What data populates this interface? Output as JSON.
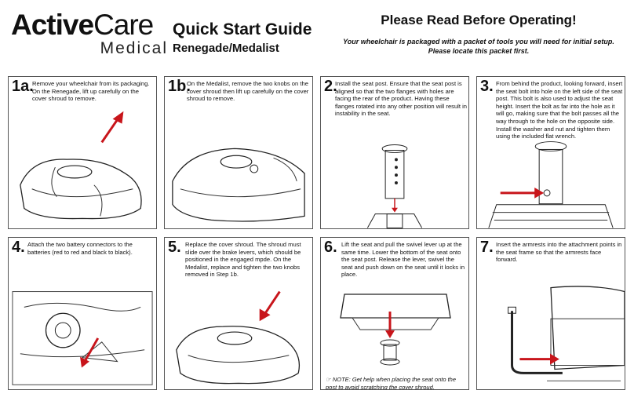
{
  "header": {
    "brand_active": "Active",
    "brand_care": "Care",
    "brand_medical": "Medical",
    "quick_start": "Quick Start Guide",
    "model": "Renegade/Medalist",
    "please_read": "Please Read Before Operating!",
    "packet_line1": "Your wheelchair is packaged with a packet of tools you will need for initial setup.",
    "packet_line2": "Please locate this packet first."
  },
  "steps": [
    {
      "num": "1a.",
      "text": "Remove your wheelchair from its packaging. On the Renegade, lift up carefully on the cover shroud to remove."
    },
    {
      "num": "1b.",
      "text": "On the Medalist, remove the two knobs on the cover shroud then lift up carefully on the cover shroud to remove."
    },
    {
      "num": "2.",
      "text": "Install the seat post. Ensure that the seat post is aligned so that the two flanges with holes are facing the rear of the product. Having these flanges rotated into any other position will result in instability in the seat."
    },
    {
      "num": "3.",
      "text": "From behind the product, looking forward, insert the seat bolt into hole on the left side of the seat post. This bolt is also used to adjust the seat height. Insert the bolt as far into the hole as it will go, making sure that the bolt passes all the way through to the hole on the opposite side. Install the washer and nut and tighten them using the included flat wrench."
    },
    {
      "num": "4.",
      "text": "Attach the two battery connectors to the batteries (red to red and black to black)."
    },
    {
      "num": "5.",
      "text": "Replace the cover shroud. The shroud must slide over the brake levers, which should be positioned in the engaged mpde. On the Medalist, replace and tighten the two knobs removed in Step 1b."
    },
    {
      "num": "6.",
      "text": "Lift the seat and pull the swivel lever up at the same time. Lower the bottom of the seat onto the seat post. Release the lever, swivel the seat and push down on the seat until it locks in place.",
      "note": "NOTE: Get help when placing the seat onto the post to avoid scratching the cover shroud."
    },
    {
      "num": "7.",
      "text": "Insert the armrests into the attachment points in the seat frame so that the armrests face forward."
    }
  ],
  "colors": {
    "arrow": "#c8151b",
    "border": "#555555"
  }
}
